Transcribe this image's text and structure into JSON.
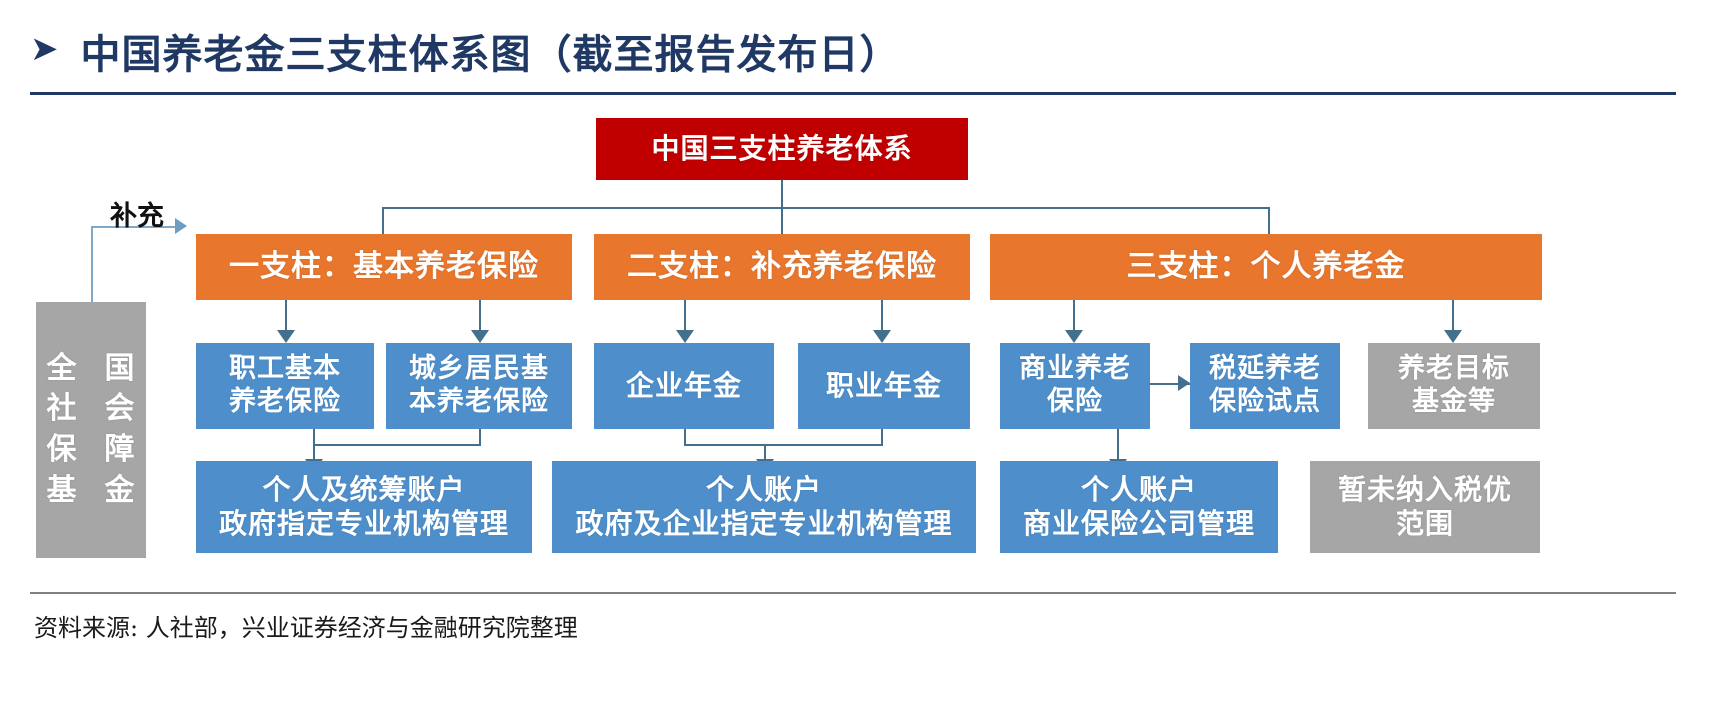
{
  "header": {
    "marker": "➤",
    "title": "中国养老金三支柱体系图（截至报告发布日）"
  },
  "footer": {
    "source": "资料来源: 人社部，兴业证券经济与金融研究院整理"
  },
  "colors": {
    "title": "#1F3864",
    "root": "#C00000",
    "pillar": "#E8762C",
    "item": "#4E8FCB",
    "muted": "#A6A6A6",
    "connector": "#44708D"
  },
  "diagram": {
    "type": "hierarchy",
    "root": {
      "label": "中国三支柱养老体系"
    },
    "edge_labels": {
      "supplement": "补充"
    },
    "side_fund": {
      "line1": "全国",
      "line2": "社会",
      "line3": "保障",
      "line4": "基金",
      "chars": [
        "全",
        "国",
        "社",
        "会",
        "保",
        "障",
        "基",
        "金"
      ]
    },
    "pillars": [
      {
        "label": "一支柱：基本养老保险"
      },
      {
        "label": "二支柱：补充养老保险"
      },
      {
        "label": "三支柱：个人养老金"
      }
    ],
    "items": [
      {
        "id": "item-zhigong",
        "l1": "职工基本",
        "l2": "养老保险",
        "style": "blue"
      },
      {
        "id": "item-chengxiang",
        "l1": "城乡居民基",
        "l2": "本养老保险",
        "style": "blue"
      },
      {
        "id": "item-qiye",
        "l1": "企业年金",
        "l2": "",
        "style": "blue"
      },
      {
        "id": "item-zhiye",
        "l1": "职业年金",
        "l2": "",
        "style": "blue"
      },
      {
        "id": "item-shangye",
        "l1": "商业养老",
        "l2": "保险",
        "style": "blue"
      },
      {
        "id": "item-shuiyan",
        "l1": "税延养老",
        "l2": "保险试点",
        "style": "blue"
      },
      {
        "id": "item-mubiao",
        "l1": "养老目标",
        "l2": "基金等",
        "style": "gray"
      }
    ],
    "accounts": [
      {
        "id": "acct-pillar1",
        "l1": "个人及统筹账户",
        "l2": "政府指定专业机构管理",
        "style": "blue"
      },
      {
        "id": "acct-pillar2",
        "l1": "个人账户",
        "l2": "政府及企业指定专业机构管理",
        "style": "blue"
      },
      {
        "id": "acct-pillar3",
        "l1": "个人账户",
        "l2": "商业保险公司管理",
        "style": "blue"
      },
      {
        "id": "acct-notax",
        "l1": "暂未纳入税优",
        "l2": "范围",
        "style": "gray"
      }
    ]
  }
}
